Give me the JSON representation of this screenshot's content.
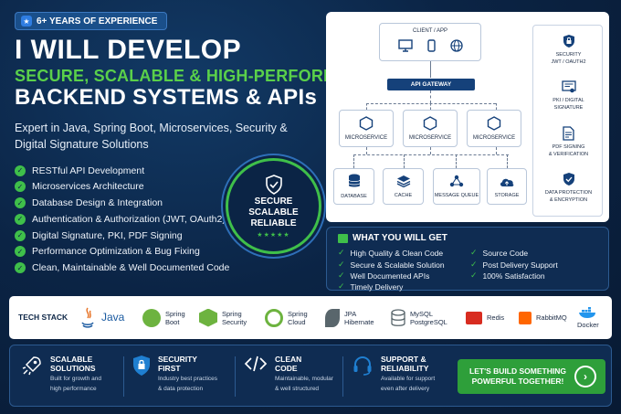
{
  "badge": {
    "text": "6+ YEARS OF EXPERIENCE"
  },
  "headline": {
    "line1": "I WILL DEVELOP",
    "line2": "SECURE, SCALABLE & HIGH-PERFORMANCE",
    "line3": "BACKEND SYSTEMS & APIs"
  },
  "subtitle": "Expert in Java, Spring Boot, Microservices, Security & Digital Signature Solutions",
  "features": [
    "RESTful API Development",
    "Microservices Architecture",
    "Database Design & Integration",
    "Authentication & Authorization (JWT, OAuth2)",
    "Digital Signature, PKI, PDF Signing",
    "Performance Optimization & Bug Fixing",
    "Clean, Maintainable & Well Documented Code"
  ],
  "seal": {
    "line1": "SECURE",
    "line2": "SCALABLE",
    "line3": "RELIABLE",
    "stars": "★★★★★"
  },
  "architecture": {
    "client": "CLIENT / APP",
    "gateway": "API GATEWAY",
    "microservices": [
      "MICROSERVICE",
      "MICROSERVICE",
      "MICROSERVICE"
    ],
    "storage": [
      "DATABASE",
      "CACHE",
      "MESSAGE QUEUE",
      "STORAGE"
    ],
    "side": [
      {
        "line1": "SECURITY",
        "line2": "JWT / OAUTH2"
      },
      {
        "line1": "PKI / DIGITAL",
        "line2": "SIGNATURE"
      },
      {
        "line1": "PDF SIGNING",
        "line2": "& VERIFICATION"
      },
      {
        "line1": "DATA PROTECTION",
        "line2": "& ENCRYPTION"
      }
    ]
  },
  "get": {
    "title": "WHAT YOU WILL GET",
    "left": [
      "High Quality & Clean Code",
      "Secure & Scalable Solution",
      "Well Documented APIs",
      "Timely Delivery"
    ],
    "right": [
      "Source Code",
      "Post Delivery Support",
      "100% Satisfaction"
    ]
  },
  "tech": {
    "label": "TECH STACK",
    "items": [
      {
        "l1": "Java",
        "l2": ""
      },
      {
        "l1": "Spring",
        "l2": "Boot"
      },
      {
        "l1": "Spring",
        "l2": "Security"
      },
      {
        "l1": "Spring",
        "l2": "Cloud"
      },
      {
        "l1": "JPA",
        "l2": "Hibernate"
      },
      {
        "l1": "MySQL",
        "l2": "PostgreSQL"
      },
      {
        "l1": "Redis",
        "l2": ""
      },
      {
        "l1": "RabbitMQ",
        "l2": ""
      },
      {
        "l1": "Docker",
        "l2": ""
      }
    ]
  },
  "bottom": {
    "items": [
      {
        "t1": "SCALABLE",
        "t2": "SOLUTIONS",
        "d1": "Built for growth and",
        "d2": "high performance"
      },
      {
        "t1": "SECURITY",
        "t2": "FIRST",
        "d1": "Industry best practices",
        "d2": "& data protection"
      },
      {
        "t1": "CLEAN",
        "t2": "CODE",
        "d1": "Maintainable, modular",
        "d2": "& well structured"
      },
      {
        "t1": "SUPPORT &",
        "t2": "RELIABILITY",
        "d1": "Available for support",
        "d2": "even after delivery"
      }
    ],
    "cta_line1": "LET'S BUILD SOMETHING",
    "cta_line2": "POWERFUL TOGETHER!"
  },
  "colors": {
    "navy": "#0b2445",
    "green": "#3fbf4a",
    "blue": "#15417a"
  }
}
